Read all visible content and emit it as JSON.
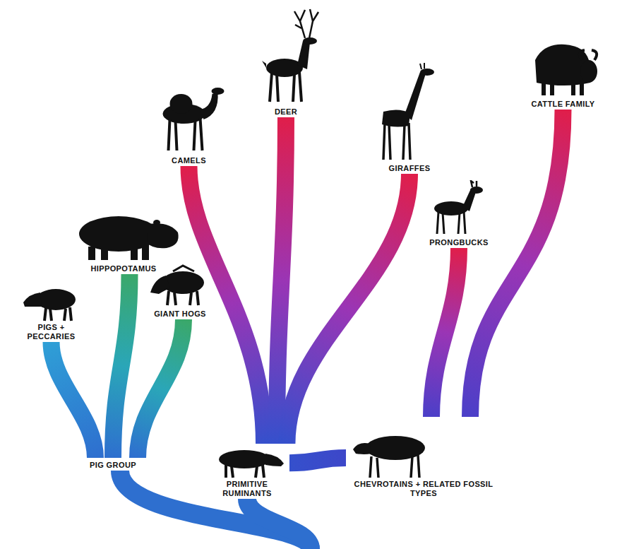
{
  "diagram": {
    "nodes": [
      {
        "text": [
          "DEER"
        ]
      },
      {
        "text": [
          "CAMELS"
        ]
      },
      {
        "text": [
          "GIRAFFES"
        ]
      },
      {
        "text": [
          "CATTLE FAMILY"
        ]
      },
      {
        "text": [
          "PRONGBUCKS"
        ]
      },
      {
        "text": [
          "HIPPOPOTAMUS"
        ]
      },
      {
        "text": [
          "GIANT HOGS"
        ]
      },
      {
        "text": [
          "PIGS + PECCARIES"
        ]
      },
      {
        "text": [
          "CHEVROTAINS + RELATED FOSSIL TYPES"
        ]
      },
      {
        "text": [
          "PIG GROUP"
        ]
      },
      {
        "text": [
          "PRIMITIVE RUMINANTS"
        ]
      }
    ],
    "edges": [
      {
        "from": 9,
        "to": 7,
        "arrow": "none"
      },
      {
        "from": 9,
        "to": 5,
        "arrow": "none"
      },
      {
        "from": 9,
        "to": 6,
        "arrow": "none"
      },
      {
        "from": 10,
        "to": 1,
        "arrow": "none"
      },
      {
        "from": 10,
        "to": 0,
        "arrow": "none"
      },
      {
        "from": 10,
        "to": 2,
        "arrow": "none"
      },
      {
        "from": 10,
        "to": 8,
        "arrow": "none"
      },
      {
        "from": 8,
        "to": 4,
        "arrow": "none"
      },
      {
        "from": 8,
        "to": 3,
        "arrow": "none"
      }
    ]
  }
}
